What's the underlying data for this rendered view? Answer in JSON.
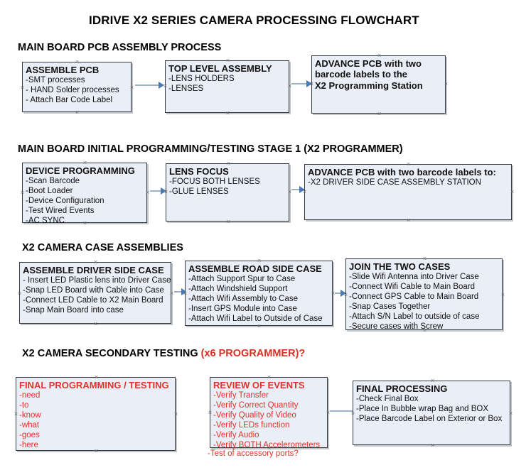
{
  "document": {
    "title": "IDRIVE X2  SERIES CAMERA PROCESSING FLOWCHART",
    "accent_color": "#e0342b",
    "node_fill": "#e9eef7",
    "node_border": "#333a40",
    "connector_color": "#9bb2cc",
    "arrow_color": "#4a78b5"
  },
  "sections": [
    {
      "id": "main-board-pcb-assembly-process",
      "heading": "MAIN BOARD PCB ASSEMBLY PROCESS",
      "heading_accent": "",
      "nodes": [
        {
          "id": "assemble-pcb",
          "header": "ASSEMBLE PCB",
          "lines": [
            "-SMT processes",
            "- HAND Solder processes",
            "- Attach Bar Code Label"
          ],
          "color": "black",
          "all_bold": false
        },
        {
          "id": "top-level-assembly",
          "header": "TOP LEVEL ASSEMBLY",
          "lines": [
            "-LENS HOLDERS",
            "-LENSES"
          ],
          "color": "black",
          "all_bold": false
        },
        {
          "id": "advance-pcb-to-x2-programming-station",
          "header": "ADVANCE PCB with two",
          "lines": [
            "barcode labels to the",
            " X2 Programming Station"
          ],
          "color": "black",
          "all_bold": true
        }
      ]
    },
    {
      "id": "main-board-initial-programming",
      "heading": "MAIN BOARD INITIAL PROGRAMMING/TESTING STAGE 1 (X2 PROGRAMMER)",
      "heading_accent": "",
      "nodes": [
        {
          "id": "device-programming",
          "header": "DEVICE PROGRAMMING",
          "lines": [
            "-Scan Barcode",
            "-Boot Loader",
            "-Device Configuration",
            "-Test Wired Events",
            "-AC SYNC"
          ],
          "color": "black",
          "all_bold": false
        },
        {
          "id": "lens-focus",
          "header": "LENS FOCUS",
          "lines": [
            "-FOCUS BOTH LENSES",
            "-GLUE LENSES"
          ],
          "color": "black",
          "all_bold": false
        },
        {
          "id": "advance-pcb-to-driver-side-case-assembly",
          "header": "ADVANCE PCB with two barcode labels to:",
          "lines": [
            "-X2 DRIVER  SIDE  CASE  ASSEMBLY STATION"
          ],
          "color": "black",
          "all_bold": false
        }
      ]
    },
    {
      "id": "x2-camera-case-assemblies",
      "heading": "X2 CAMERA CASE ASSEMBLIES",
      "heading_accent": "",
      "nodes": [
        {
          "id": "assemble-driver-side-case",
          "header": "ASSEMBLE DRIVER SIDE CASE",
          "lines": [
            "- Insert LED Plastic lens into Driver Case",
            "-Snap LED Board with Cable into Case",
            "-Connect LED Cable to X2 Main Board",
            "-Snap Main Board into case"
          ],
          "color": "black",
          "all_bold": false
        },
        {
          "id": "assemble-road-side-case",
          "header": "ASSEMBLE ROAD SIDE CASE",
          "lines": [
            "-Attach Support Spur to Case",
            "-Attach Windshield Support",
            "-Attach Wifi Assembly to Case",
            "-Insert GPS Module into Case",
            "-Attach Wifi Label to Outside of Case"
          ],
          "color": "black",
          "all_bold": false
        },
        {
          "id": "join-the-two-cases",
          "header": "JOIN THE TWO CASES",
          "lines": [
            "-Slide Wifi Antenna into Driver Case",
            "-Connect Wifi Cable to Main Board",
            "-Connect GPS Cable to Main Board",
            "-Snap Cases Together",
            "-Attach S/N Label to outside of case",
            "-Secure cases with Screw"
          ],
          "color": "black",
          "all_bold": false
        }
      ]
    },
    {
      "id": "x2-camera-secondary-testing",
      "heading": "X2 CAMERA SECONDARY TESTING ",
      "heading_accent": "(x6 PROGRAMMER)?",
      "nodes": [
        {
          "id": "final-programming-testing",
          "header": "FINAL PROGRAMMING / TESTING",
          "lines": [
            "-need",
            "-to",
            "-know",
            "-what",
            "-goes",
            "-here"
          ],
          "color": "red",
          "all_bold": false
        },
        {
          "id": "review-of-events",
          "header": "REVIEW OF EVENTS",
          "lines": [
            "-Verify Transfer",
            "-Verify Correct Quantity",
            "-Verify Quality of Video",
            "-Verify LEDs function",
            "-Verify Audio",
            "-Verify BOTH Accelerometers"
          ],
          "overflow_line": "-Test of accessory ports?",
          "color": "red",
          "all_bold": false
        },
        {
          "id": "final-processing",
          "header": "FINAL PROCESSING",
          "lines": [
            " -Check Final Box",
            "-Place In Bubble wrap Bag and BOX",
            "-Place Barcode Label on Exterior or Box"
          ],
          "color": "black",
          "all_bold": false
        }
      ]
    }
  ]
}
